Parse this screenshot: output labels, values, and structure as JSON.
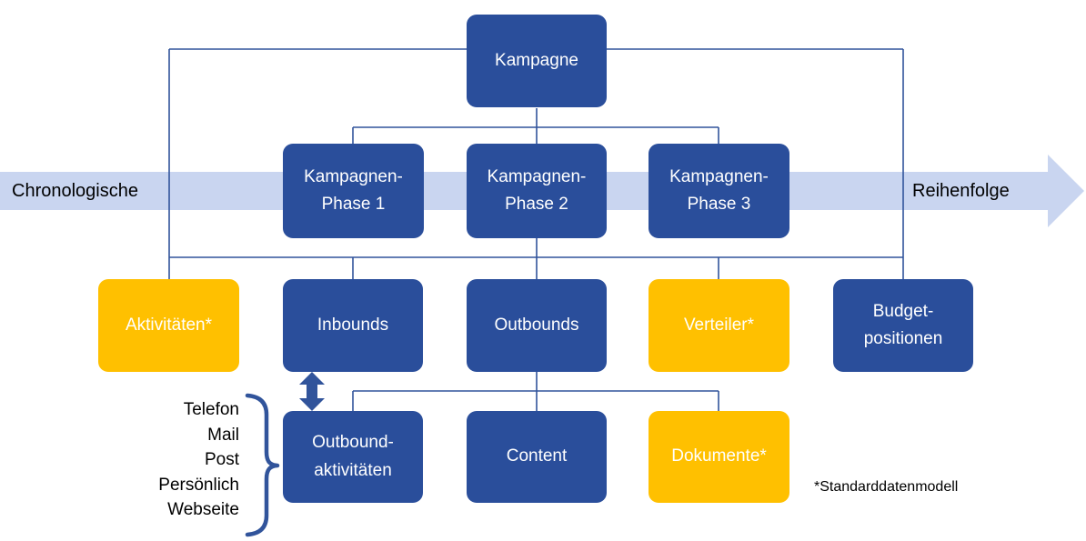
{
  "colors": {
    "box_blue": "#2A4E9B",
    "box_yellow": "#FFC000",
    "line": "#31549B",
    "band": "#C9D5F0",
    "text_light": "#FFFFFF",
    "text_dark": "#000000"
  },
  "timeline": {
    "left_label": "Chronologische",
    "right_label": "Reihenfolge"
  },
  "nodes": {
    "kampagne": {
      "label": "Kampagne"
    },
    "phase1": {
      "line1": "Kampagnen-",
      "line2": "Phase 1"
    },
    "phase2": {
      "line1": "Kampagnen-",
      "line2": "Phase 2"
    },
    "phase3": {
      "line1": "Kampagnen-",
      "line2": "Phase 3"
    },
    "aktivitaeten": {
      "label": "Aktivitäten*"
    },
    "inbounds": {
      "label": "Inbounds"
    },
    "outbounds": {
      "label": "Outbounds"
    },
    "verteiler": {
      "label": "Verteiler*"
    },
    "budget": {
      "line1": "Budget-",
      "line2": "positionen"
    },
    "outbound_aktivitaeten": {
      "line1": "Outbound-",
      "line2": "aktivitäten"
    },
    "content": {
      "label": "Content"
    },
    "dokumente": {
      "label": "Dokumente*"
    }
  },
  "channels": [
    "Telefon",
    "Mail",
    "Post",
    "Persönlich",
    "Webseite"
  ],
  "footnote": "*Standarddatenmodell"
}
